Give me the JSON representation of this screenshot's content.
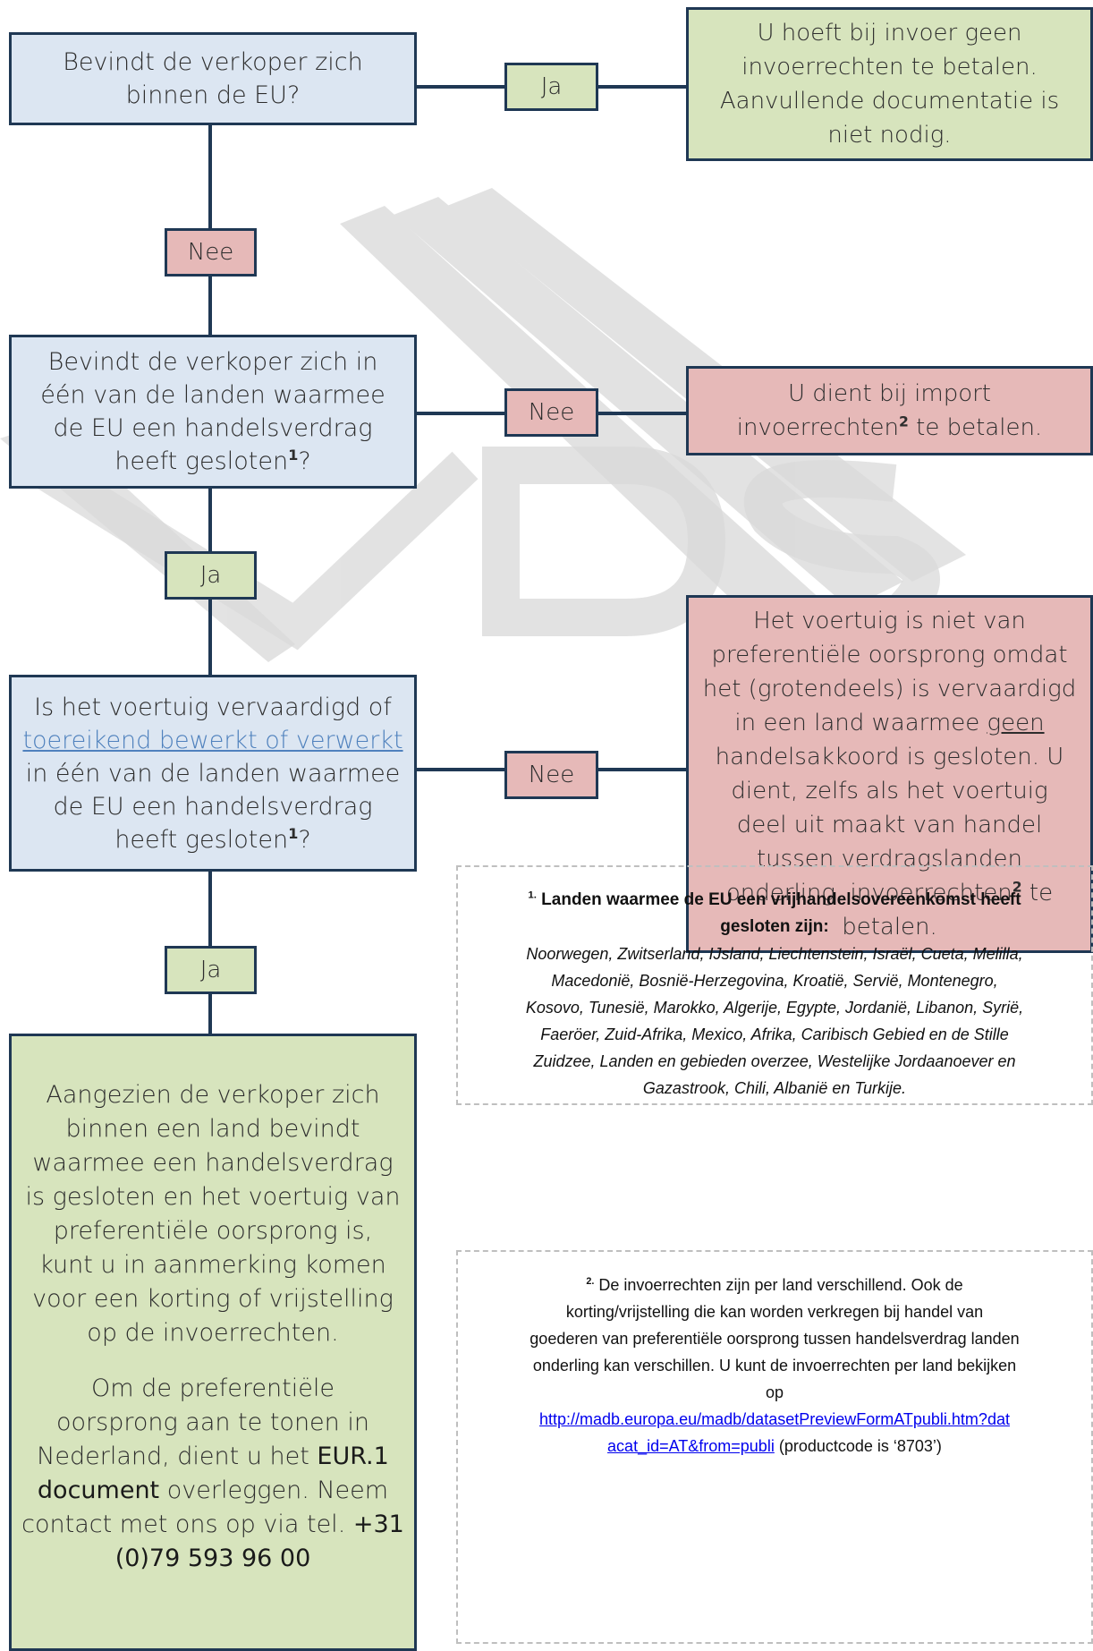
{
  "q1": {
    "line1": "Bevindt de verkoper zich",
    "line2": "binnen de EU?"
  },
  "ja1": "Ja",
  "result1": {
    "l1": "U hoeft bij invoer geen",
    "l2": "invoerrechten te betalen.",
    "l3": "Aanvullende documentatie is",
    "l4": "niet nodig."
  },
  "nee1": "Nee",
  "q2": {
    "l1": "Bevindt de verkoper zich in",
    "l2": "één van de landen waarmee",
    "l3": "de EU een handelsverdrag",
    "l4a": "heeft gesloten",
    "sup": "1",
    "l4b": "?"
  },
  "nee2": "Nee",
  "result2": {
    "l1": "U dient bij import",
    "l2a": "invoerrechten",
    "sup": "2",
    "l2b": " te betalen."
  },
  "ja2": "Ja",
  "q3": {
    "l1": "Is het voertuig vervaardigd of",
    "link": "toereikend bewerkt of verwerkt",
    "l3": "in één van de landen waarmee",
    "l4": "de EU een handelsverdrag",
    "l5a": "heeft gesloten",
    "sup": "1",
    "l5b": "?"
  },
  "nee3": "Nee",
  "result3": {
    "l1": "Het voertuig is niet van",
    "l2": "preferentiële oorsprong omdat",
    "l3": "het (grotendeels) is vervaardigd",
    "l4a": "in een land waarmee ",
    "l4u": "geen",
    "l5": "handelsakkoord is gesloten. U",
    "l6": "dient, zelfs als het voertuig",
    "l7": "deel uit maakt van handel",
    "l8": "tussen verdragslanden",
    "l9a": "onderling, invoerrechten",
    "sup": "2",
    "l9b": " te",
    "l10": "betalen."
  },
  "ja3": "Ja",
  "final": {
    "p1": [
      "Aangezien de verkoper zich",
      "binnen een land bevindt",
      "waarmee een handelsverdrag",
      "is gesloten en het voertuig van",
      "preferentiële oorsprong is,",
      "kunt u in aanmerking komen",
      "voor een korting of vrijstelling",
      "op de invoerrechten."
    ],
    "p2_l1": "Om de preferentiële",
    "p2_l2": "oorsprong aan te tonen in",
    "p2_l3a": "Nederland, dient u het ",
    "p2_l3b": "EUR.1",
    "p2_l4a": "document",
    "p2_l4b": " overleggen. Neem",
    "p2_l5a": "contact met ons op via tel. ",
    "p2_l5b": "+31",
    "p2_l6": "(0)79 593 96 00"
  },
  "note1": {
    "num": "1.",
    "title_a": " Landen waarmee de EU een vrijhandelsovereenkomst heeft",
    "title_b": "gesloten zijn:",
    "lines": [
      "Noorwegen, Zwitserland, IJsland, Liechtenstein, Israël, Cueta, Melilla,",
      "Macedonië, Bosnië-Herzegovina, Kroatië, Servië, Montenegro,",
      "Kosovo, Tunesië, Marokko, Algerije, Egypte, Jordanië, Libanon, Syrië,",
      "Faeröer, Zuid-Afrika, Mexico, Afrika, Caribisch Gebied en de Stille",
      "Zuidzee, Landen en gebieden overzee, Westelijke Jordaanoever en",
      "Gazastrook, Chili, Albanië en Turkije."
    ]
  },
  "note2": {
    "num": "2.",
    "l1": " De invoerrechten zijn per land verschillend. Ook de",
    "l2": "korting/vrijstelling die kan worden verkregen bij handel van",
    "l3": "goederen van preferentiële oorsprong tussen handelsverdrag landen",
    "l4": "onderling kan verschillen. U kunt de invoerrechten per land bekijken",
    "l5": "op",
    "url_a": "http://madb.europa.eu/madb/datasetPreviewFormATpubli.htm?dat",
    "url_b": "acat_id=AT&from=publi",
    "tail": " (productcode is ‘8703’)"
  },
  "colors": {
    "blue": "#dce6f2",
    "green": "#d7e4bd",
    "red": "#e6b9b8",
    "border": "#1f3854"
  }
}
